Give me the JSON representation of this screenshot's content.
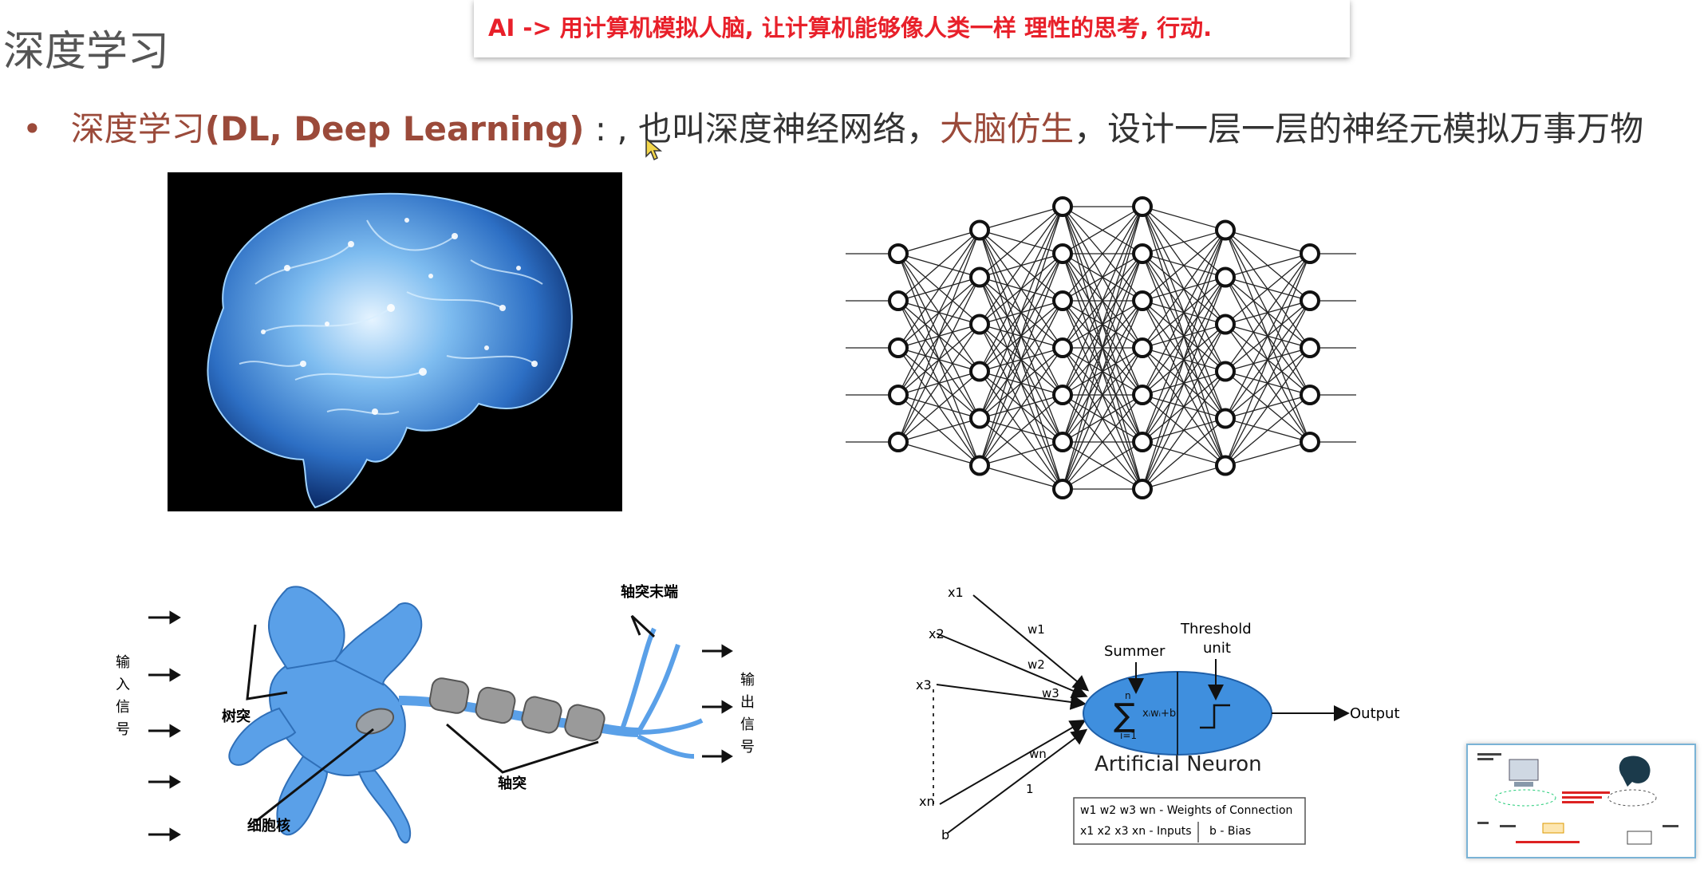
{
  "slide": {
    "title": "深度学习"
  },
  "banner": {
    "text": "AI -> 用计算机模拟人脑, 让计算机能够像人类一样 理性的思考, 行动."
  },
  "bullet": {
    "marker": "•",
    "term": "深度学习",
    "term_en": "(DL, Deep Learning)",
    "colon": " : , ",
    "text1": "也叫深度神经网络，",
    "highlight": "大脑仿生",
    "text2": "，设计一层一层的神经元模拟万事万物"
  },
  "neuron_diagram": {
    "input_label": "输入信号",
    "output_label": "输出信号",
    "dendrite_label": "树突",
    "nucleus_label": "细胞核",
    "axon_label": "轴突",
    "axon_terminal_label": "轴突末端"
  },
  "artificial_neuron": {
    "inputs": [
      "x1",
      "x2",
      "x3",
      "xn",
      "b"
    ],
    "weights": [
      "w1",
      "w2",
      "w3",
      "wn",
      "1"
    ],
    "summer_label": "Summer",
    "threshold_label_1": "Threshold",
    "threshold_label_2": "unit",
    "output_label": "Output",
    "caption": "Artificial Neuron",
    "legend_weights": "w1 w2 w3 wn - Weights of Connection",
    "legend_inputs": "x1 x2 x3 xn - Inputs",
    "legend_bias": "b - Bias"
  },
  "colors": {
    "banner_text": "#e8202a",
    "accent_text": "#9b4a3a",
    "neuron_blue": "#5aa0e8",
    "neuron_ellipse": "#3f8fde"
  }
}
